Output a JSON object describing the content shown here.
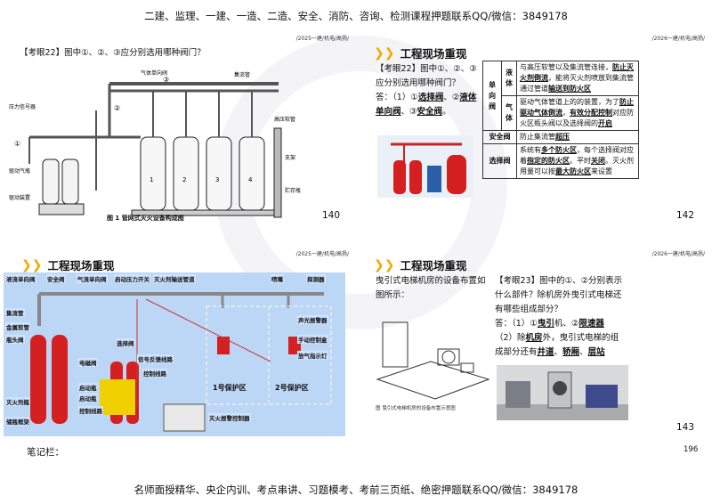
{
  "header": {
    "text": "二建、监理、一建、一造、二造、安全、消防、咨询、检测课程押题联系QQ/微信：3849178"
  },
  "footer": {
    "text": "名师面授精华、央企内训、考点串讲、习题模考、考前三页纸、绝密押题联系QQ/微信：3849178"
  },
  "notes": {
    "label": "笔记栏：",
    "page": "196"
  },
  "running_head": {
    "left": "/2025一建/机电/高扬/",
    "right": "/2026一建/机电/高扬/"
  },
  "p140": {
    "question": "【考眼22】图中①、②、③应分别选用哪种阀门？",
    "caption": "图 1   管网式灭火设备构成图",
    "number": "140",
    "labels": {
      "l1": "压力信号器",
      "l2": "①",
      "l3": "驱动气瓶",
      "l4": "驱动装置",
      "l5": "气体单向阀",
      "l6": "③",
      "l7": "集流管",
      "l8": "高压软管",
      "l9": "支架",
      "l10": "贮存瓶",
      "l11": "②"
    },
    "bottles": [
      "1",
      "2",
      "3",
      "4"
    ]
  },
  "p142": {
    "title": "工程现场重现",
    "question": "【考眼22】图中①、②、③应分别选用哪种阀门？",
    "answer_prefix": "答：（1）①",
    "a1": "选择阀",
    "a_mid": "、②",
    "a2": "液体单向阀",
    "a_mid2": "、③",
    "a3": "安全阀",
    "a_end": "。",
    "table": {
      "one_way": "单向阀",
      "liquid": "液体",
      "liquid_text_1": "与高压软管以及集流管连接，",
      "liquid_em_1": "防止灭火剂倒流",
      "liquid_text_2": "，能将灭火剂喷放到集流管通过管道",
      "liquid_em_2": "输送到防火区",
      "gas": "气体",
      "gas_text_1": "驱动气体管道上的的装置，为了",
      "gas_em_1": "防止驱动气体倒流",
      "gas_text_2": "，",
      "gas_em_2": "有效分配控制",
      "gas_text_3": "对应防火区瓶头阀以及选择阀的",
      "gas_em_3": "开启",
      "safety": "安全阀",
      "safety_text": "防止集流管",
      "safety_em": "超压",
      "select": "选择阀",
      "select_text_1": "系统有",
      "select_em_1": "多个防火区",
      "select_text_2": "，每个选择阀对应着",
      "select_em_2": "指定的防火区",
      "select_text_3": "。平时",
      "select_em_3": "关闭",
      "select_text_4": "。灭火剂用量可以按",
      "select_em_4": "最大防火区",
      "select_text_5": "来设置"
    },
    "number": "142"
  },
  "p141": {
    "title": "工程现场重现",
    "labels": {
      "a": "液流单向阀",
      "b": "安全阀",
      "c": "气流单向阀",
      "d": "启动压力开关",
      "e": "灭火剂输送管道",
      "f": "喷嘴",
      "g": "探测器",
      "h": "集流管",
      "i": "金属软管",
      "j": "瓶头阀",
      "k": "选择阀",
      "l": "电磁阀",
      "m": "启动瓶",
      "n": "启动瓶",
      "o": "信号反馈线路",
      "p": "控制线路",
      "q": "灭火剂瓶",
      "r": "控制线路",
      "s": "储瓶框架",
      "t": "声光报警器",
      "u": "手动控制盒",
      "v": "放气指示灯",
      "w": "1号保护区",
      "x": "2号保护区",
      "y": "灭火报警控制器"
    }
  },
  "p143": {
    "title": "工程现场重现",
    "intro": "曳引式电梯机房的设备布置如图所示：",
    "question": "【考眼23】图中的①、②分别表示什么部件？除机房外曳引式电梯还有哪些组成部分？",
    "ans1_prefix": "答：（1）①",
    "ans1_a": "曳引",
    "ans1_b": "机、②",
    "ans1_c": "限速器",
    "ans2_prefix": "（2）除",
    "ans2_a": "机房",
    "ans2_b": "外，曳引式电梯的组成部分还有",
    "ans2_c": "井道",
    "ans2_d": "、",
    "ans2_e": "轿厢",
    "ans2_f": "、",
    "ans2_g": "层站",
    "caption": "图    曳引式电梯机房的设备布置示意图",
    "number": "143"
  },
  "colors": {
    "accent": "#f2a900",
    "red": "#d42020",
    "blue": "#bcd6f5"
  }
}
